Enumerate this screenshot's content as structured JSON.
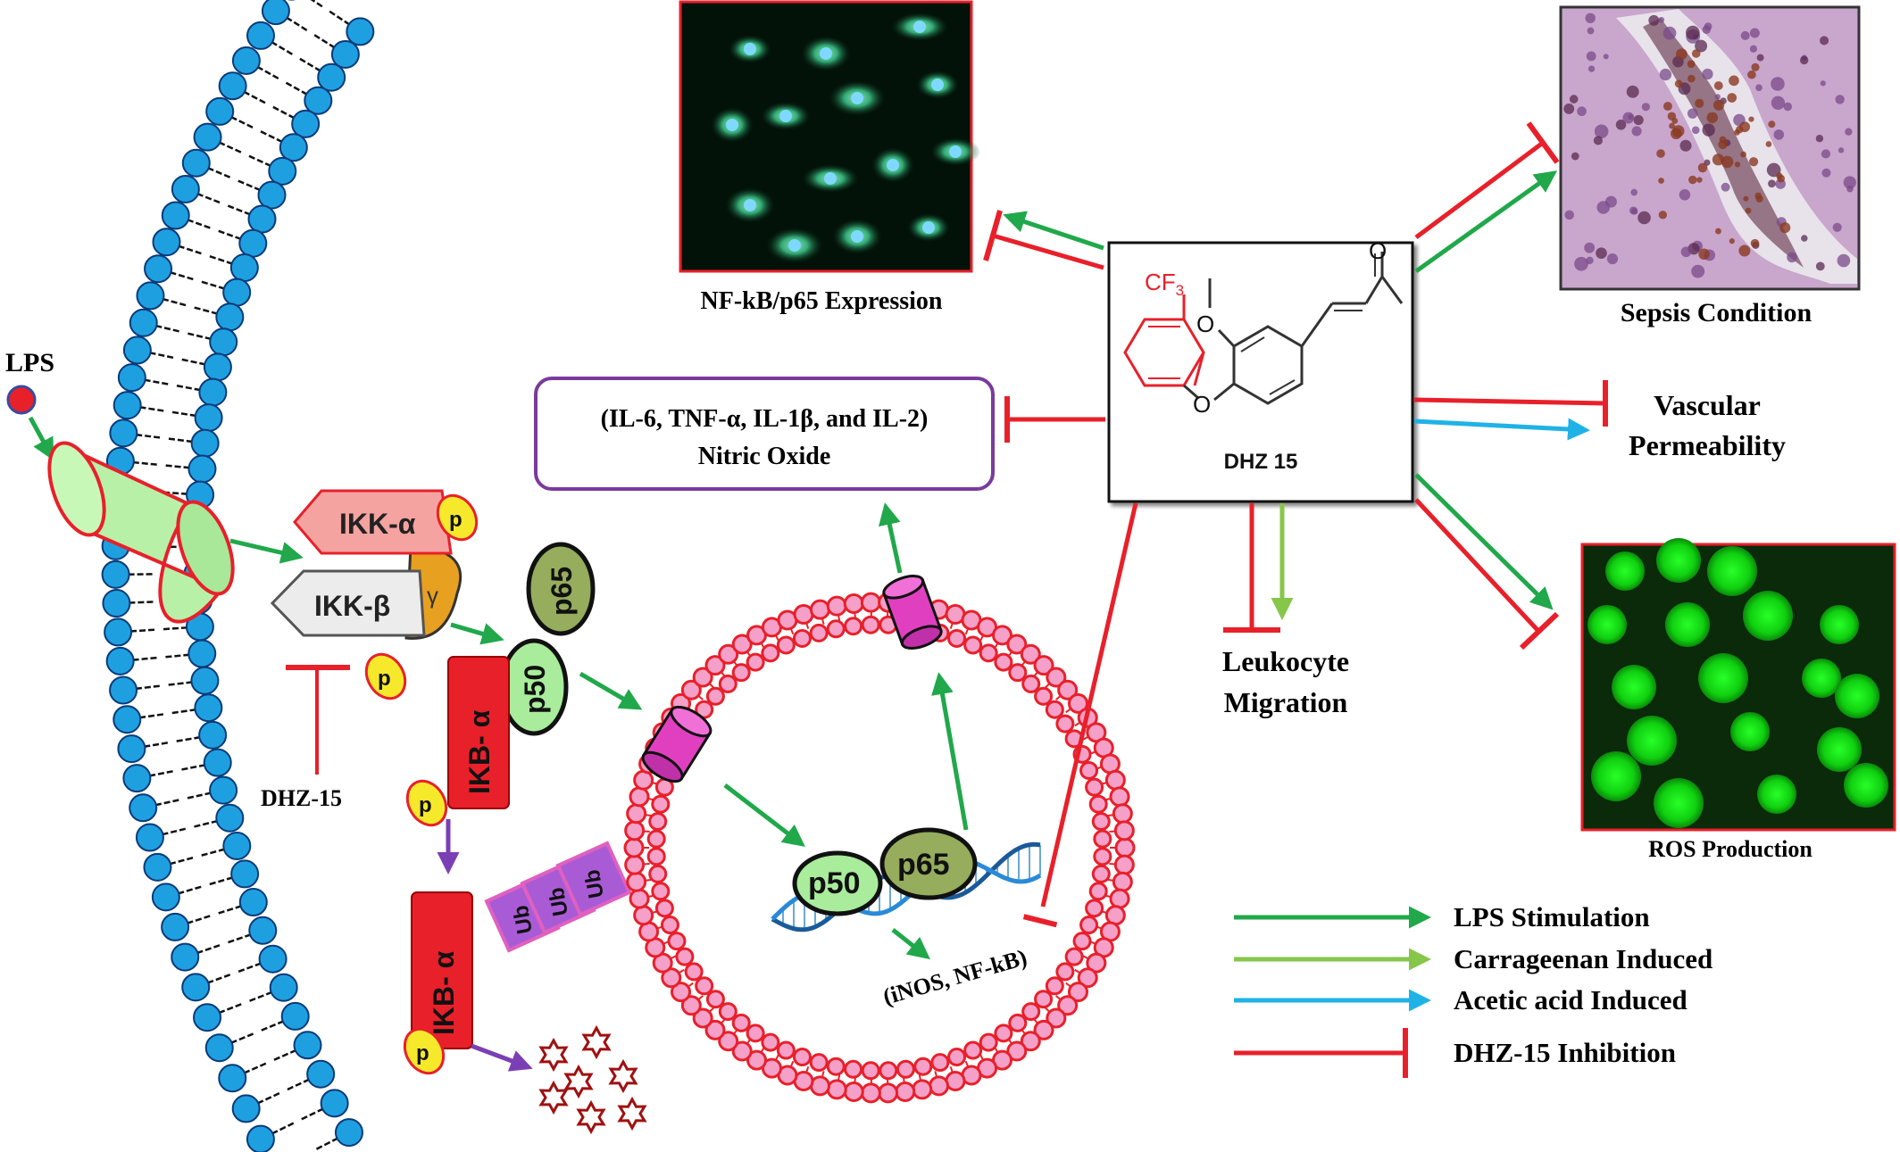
{
  "labels": {
    "lps": "LPS",
    "ikk_alpha": "IKK-α",
    "ikk_beta": "IKK-β",
    "gamma": "γ",
    "phospho": "p",
    "p65": "p65",
    "p50": "p50",
    "ikb_alpha": "IKB- α",
    "ub": "Ub",
    "dhz_15_small": "DHZ-15",
    "cytokines_line1": "(IL-6, TNF-α, IL-1β, and IL-2)",
    "cytokines_line2": "Nitric Oxide",
    "inos": "(iNOS, NF-kB)",
    "nfkb_expression": "NF-kB/p65 Expression",
    "sepsis": "Sepsis Condition",
    "vascular_line1": "Vascular",
    "vascular_line2": "Permeability",
    "leukocyte_line1": "Leukocyte",
    "leukocyte_line2": "Migration",
    "ros": "ROS Production",
    "compound_name": "DHZ 15",
    "cf3_prefix": "CF",
    "cf3_sub": "3",
    "oxygen": "O"
  },
  "legend": [
    {
      "label": "LPS Stimulation",
      "color": "#20a84a",
      "kind": "arrow"
    },
    {
      "label": "Carrageenan Induced",
      "color": "#86c64a",
      "kind": "arrow"
    },
    {
      "label": "Acetic acid Induced",
      "color": "#1fb2e6",
      "kind": "arrow"
    },
    {
      "label": "DHZ-15 Inhibition",
      "color": "#e8202a",
      "kind": "inhibit"
    }
  ],
  "colors": {
    "lps_arrow": "#20a84a",
    "carrageenan_arrow": "#86c64a",
    "acetic_arrow": "#1fb2e6",
    "inhibition": "#e8202a",
    "lipid_head": "#1ea0e0",
    "vesicle_head": "#f5a0c8",
    "ikk_alpha_fill": "#f4a3a0",
    "ikb_fill": "#e8202a",
    "ub_fill": "#a95bd6",
    "p50_fill": "#a8ec9c",
    "p65_fill": "#95ad5c",
    "phospho_fill": "#f6e82a",
    "cytokine_box_border": "#7a3a9e"
  }
}
